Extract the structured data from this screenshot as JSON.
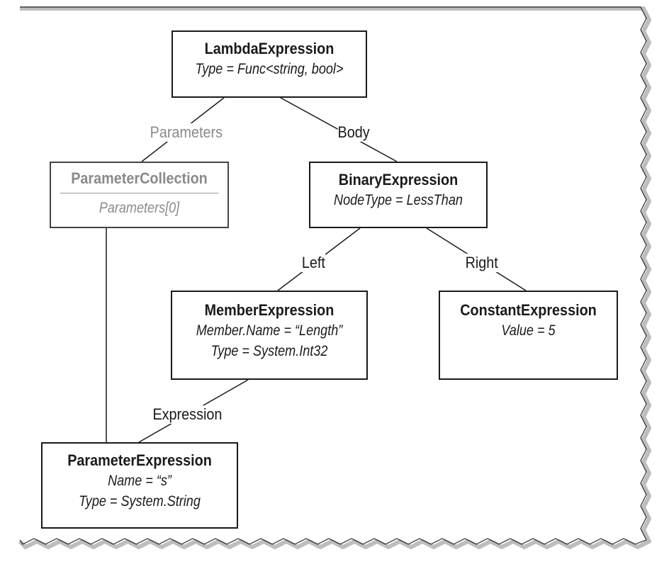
{
  "nodes": {
    "lambda": {
      "title": "LambdaExpression",
      "line1": "Type = Func<string, bool>"
    },
    "parameter_collection": {
      "title": "ParameterCollection",
      "line1": "Parameters[0]"
    },
    "binary": {
      "title": "BinaryExpression",
      "line1": "NodeType = LessThan"
    },
    "member": {
      "title": "MemberExpression",
      "line1": "Member.Name = “Length”",
      "line2": "Type = System.Int32"
    },
    "constant": {
      "title": "ConstantExpression",
      "line1": "Value = 5"
    },
    "parameter": {
      "title": "ParameterExpression",
      "line1": "Name = “s”",
      "line2": "Type = System.String"
    }
  },
  "edges": {
    "parameters": "Parameters",
    "body": "Body",
    "left": "Left",
    "right": "Right",
    "expression": "Expression"
  },
  "colors": {
    "border": "#1a1a1a",
    "faded_text": "#8a8a8a",
    "frame_shadow": "#bdbdbd"
  }
}
